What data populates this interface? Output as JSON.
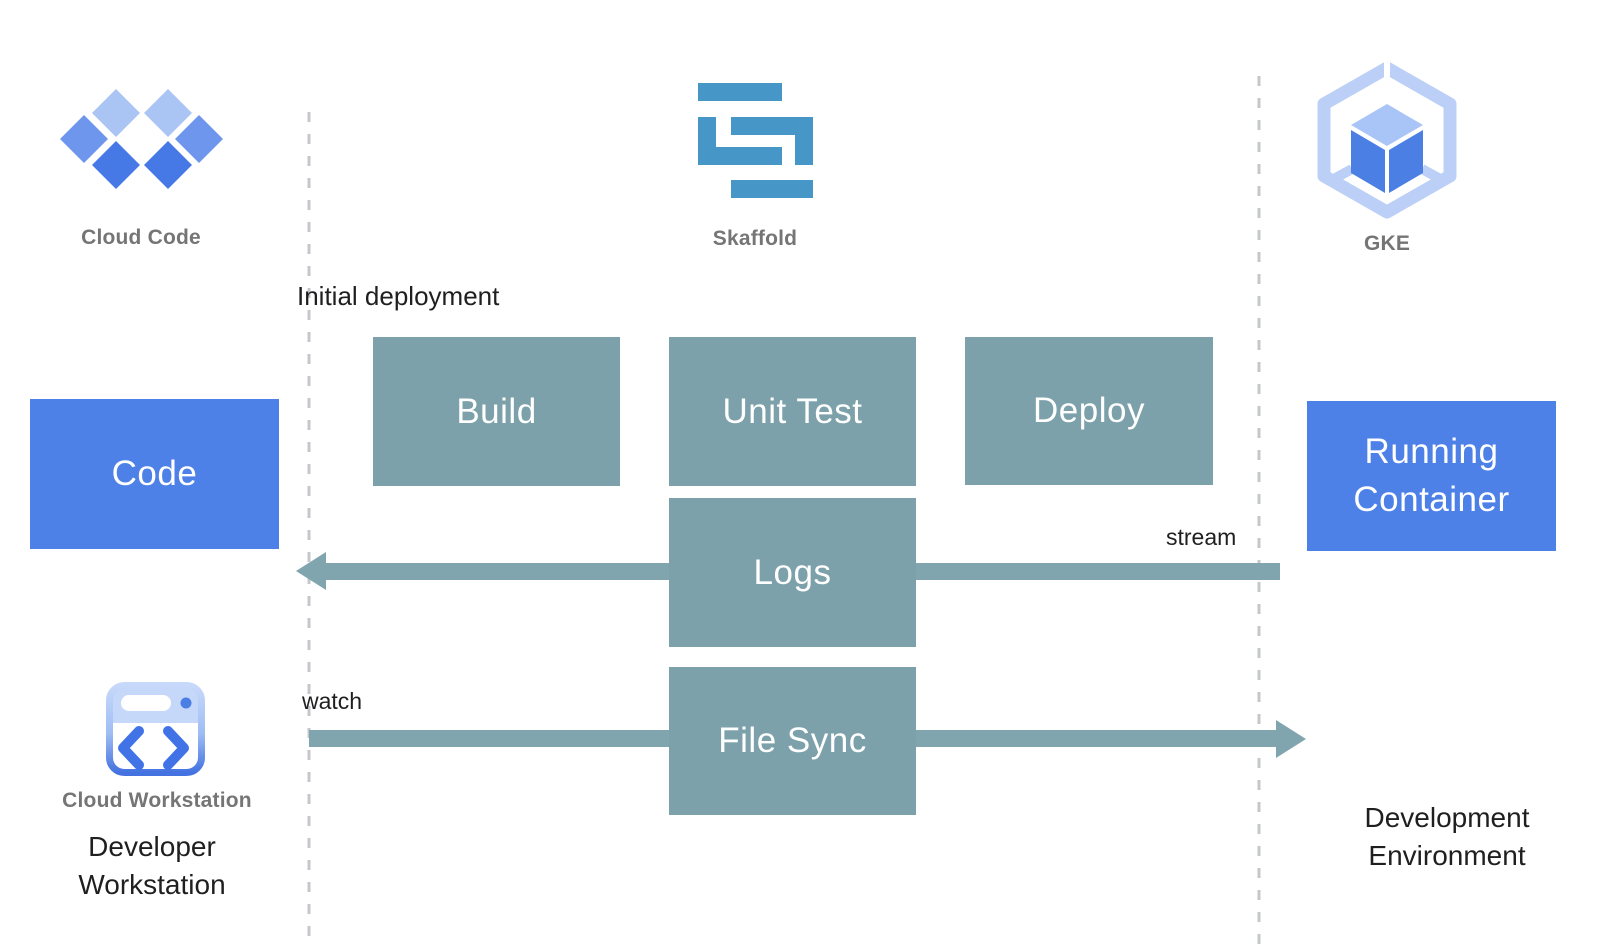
{
  "nodes": {
    "code": "Code",
    "build": "Build",
    "unit_test": "Unit Test",
    "deploy": "Deploy",
    "logs": "Logs",
    "file_sync": "File Sync",
    "running_container": "Running Container"
  },
  "icons": {
    "cloud_code_label": "Cloud Code",
    "skaffold_label": "Skaffold",
    "gke_label": "GKE",
    "cloud_workstation_label": "Cloud Workstation"
  },
  "annotations": {
    "initial_deployment": "Initial deployment",
    "stream": "stream",
    "watch": "watch",
    "developer_workstation": "Developer Workstation",
    "development_environment": "Development Environment"
  },
  "colors": {
    "blue_box": "#4e81e8",
    "teal_box": "#7ca1aa",
    "arrow": "#81a5ae",
    "dashed_line": "#c5c7cb",
    "gray_label": "#757575",
    "text": "#1f1f1f",
    "skaffold_blue": "#4697c8",
    "gke_outline": "#bcd0f7",
    "cube_top": "#a9c4f7",
    "cube_face": "#4b7fe3",
    "diamond_light": "#aac4f3",
    "diamond_mid": "#6d96ec",
    "diamond_dark": "#4678e6",
    "ws_light": "#c6d8fa",
    "ws_blue": "#4273e6"
  }
}
